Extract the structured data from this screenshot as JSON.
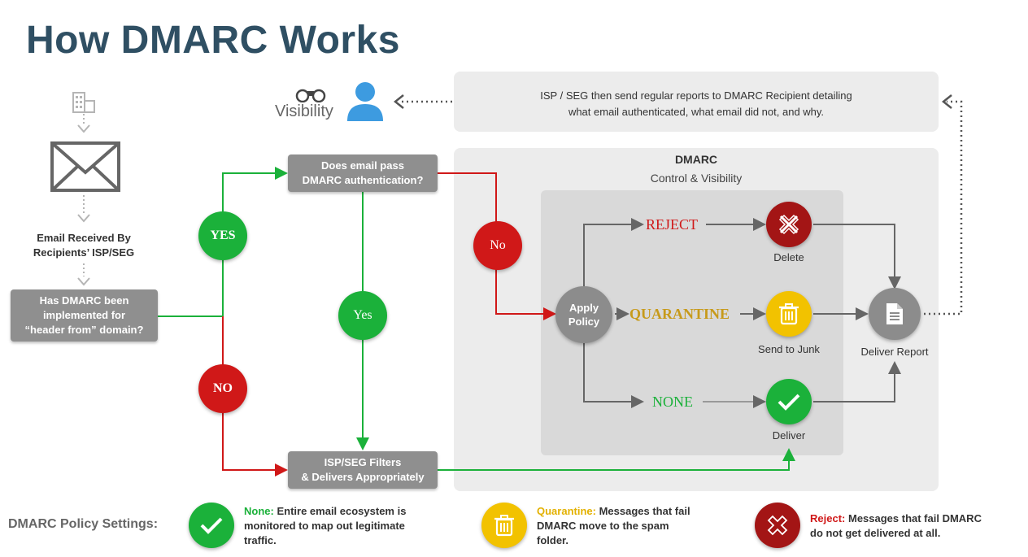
{
  "title": "How DMARC Works",
  "visibility": {
    "label": "Visibility"
  },
  "reports_text": {
    "line1": "ISP / SEG then send regular reports to DMARC Recipient detailing",
    "line2": "what email authenticated, what email did not, and why."
  },
  "dmarc_panel": {
    "title": "DMARC",
    "subtitle": "Control & Visibility"
  },
  "left": {
    "received_line1": "Email Received By",
    "received_line2": "Recipients’ ISP/SEG",
    "implemented_line1": "Has DMARC been",
    "implemented_line2": "implemented for",
    "implemented_line3": "“header from” domain?"
  },
  "boxes": {
    "auth_line1": "Does email pass",
    "auth_line2": "DMARC authentication?",
    "filters_line1": "ISP/SEG Filters",
    "filters_line2": "& Delivers Appropriately"
  },
  "decisions": {
    "yes_upper": "YES",
    "no_upper": "NO",
    "yes": "Yes",
    "no": "No"
  },
  "policy": {
    "apply_line1": "Apply",
    "apply_line2": "Policy",
    "reject": "REJECT",
    "quarantine": "QUARANTINE",
    "none": "NONE"
  },
  "outcomes": {
    "delete": "Delete",
    "junk": "Send to Junk",
    "deliver": "Deliver",
    "report": "Deliver Report"
  },
  "legend": {
    "heading": "DMARC Policy Settings:",
    "none_key": "None:",
    "none_l1": "Entire email ecosystem is",
    "none_l2": "monitored to map out legitimate",
    "none_l3": "traffic.",
    "quarantine_key": "Quarantine:",
    "quarantine_l1": "Messages that fail",
    "quarantine_l2": "DMARC move to the spam",
    "quarantine_l3": "folder.",
    "reject_key": "Reject:",
    "reject_l1": "Messages that fail DMARC",
    "reject_l2": "do not get delivered at all."
  },
  "colors": {
    "title": "#2f4f63",
    "green": "#1bb13a",
    "red": "#d01818",
    "yellow": "#f2c200",
    "dark_red": "#a31515",
    "gray_box": "#8f8f8f",
    "quarantine_text": "#c79a1a"
  },
  "icons": [
    "building-icon",
    "envelope-icon",
    "binoculars-icon",
    "user-icon",
    "x-icon",
    "trash-icon",
    "check-icon",
    "document-icon"
  ]
}
